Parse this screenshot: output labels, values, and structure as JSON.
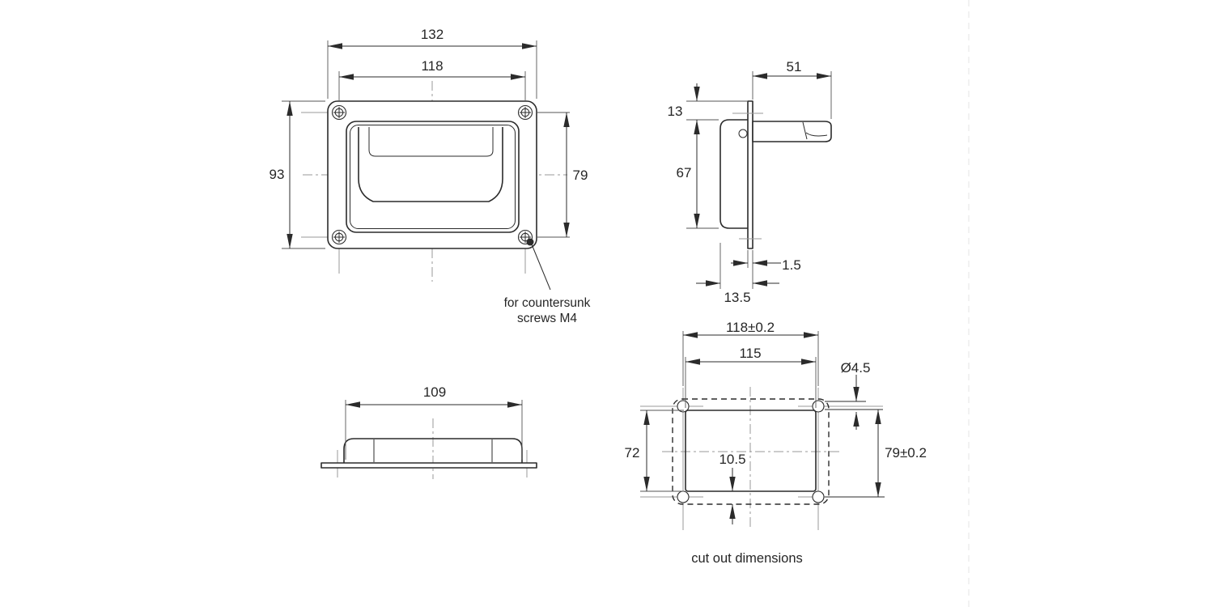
{
  "front_view": {
    "dim_overall_width": "132",
    "dim_hole_spacing_width": "118",
    "dim_overall_height": "93",
    "dim_hole_spacing_height": "79",
    "note_line1": "for countersunk",
    "note_line2": "screws M4"
  },
  "side_view": {
    "dim_handle_length": "51",
    "dim_flange_to_body_top": "13",
    "dim_body_height": "67",
    "dim_flange_thickness": "1.5",
    "dim_mounting_depth": "13.5"
  },
  "bottom_view": {
    "dim_body_width": "109"
  },
  "cutout_view": {
    "dim_hole_spacing_width": "118±0.2",
    "dim_cutout_width": "115",
    "dim_hole_diameter": "Ø4.5",
    "dim_cutout_height": "72",
    "dim_hole_spacing_height": "79±0.2",
    "dim_edge_to_cutout": "10.5",
    "caption": "cut out dimensions"
  },
  "colors": {
    "line": "#2b2b2b",
    "light_line": "#9a9a9a",
    "page_divider": "#ededed",
    "background": "#ffffff"
  }
}
